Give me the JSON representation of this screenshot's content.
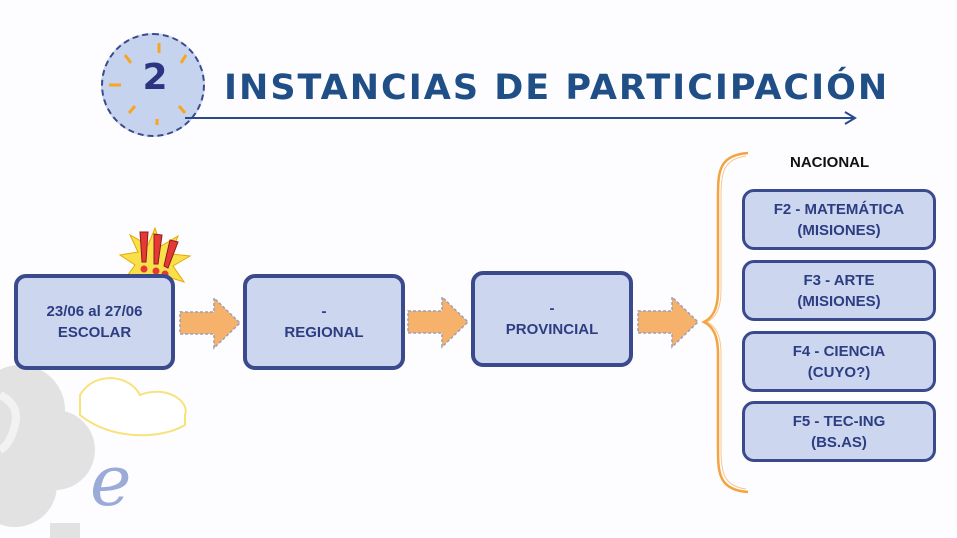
{
  "header": {
    "step_number": "2",
    "title": "INSTANCIAS DE PARTICIPACIÓN"
  },
  "stages": [
    {
      "line1": "23/06 al 27/06",
      "line2": "ESCOLAR"
    },
    {
      "line1": "-",
      "line2": "REGIONAL"
    },
    {
      "line1": "-",
      "line2": "PROVINCIAL"
    }
  ],
  "national": {
    "label": "NACIONAL",
    "items": [
      {
        "line1": "F2 - MATEMÁTICA",
        "line2": "(MISIONES)"
      },
      {
        "line1": "F3 - ARTE",
        "line2": "(MISIONES)"
      },
      {
        "line1": "F4 - CIENCIA",
        "line2": "(CUYO?)"
      },
      {
        "line1": "F5 - TEC-ING",
        "line2": "(BS.AS)"
      }
    ]
  },
  "watermark": {
    "letter": "e"
  },
  "colors": {
    "box_fill": "#cdd6ef",
    "box_border": "#3b4a8c",
    "text": "#2c3d82",
    "title": "#1f4f86",
    "arrow": "#f6b26b",
    "brace": "#f4a340",
    "burst": "#f9e04b",
    "exclaim": "#e53935"
  }
}
